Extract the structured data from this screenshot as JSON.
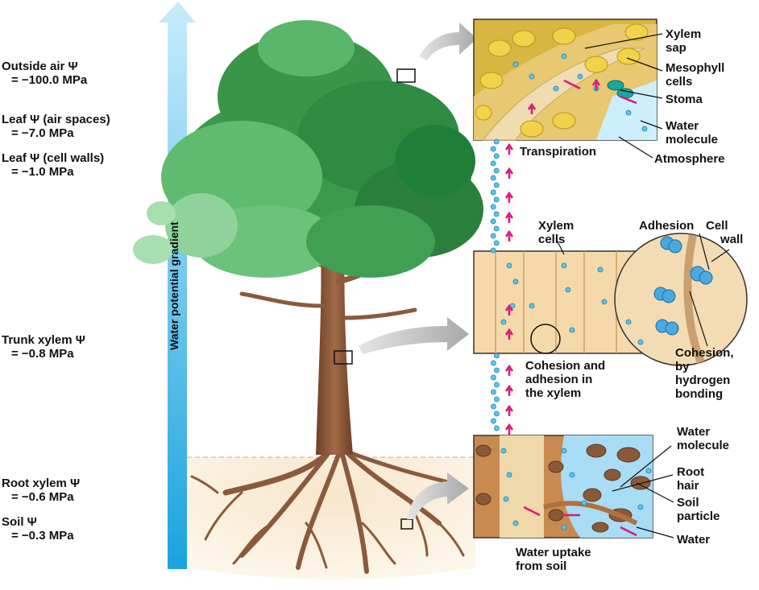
{
  "left_labels": {
    "outside_air": [
      "Outside air Ψ",
      "= −100.0 MPa"
    ],
    "leaf_air_spaces": [
      "Leaf Ψ (air spaces)",
      "= −7.0 MPa"
    ],
    "leaf_cell_walls": [
      "Leaf Ψ (cell walls)",
      "= −1.0 MPa"
    ],
    "trunk_xylem": [
      "Trunk xylem Ψ",
      "= −0.8 MPa"
    ],
    "root_xylem": [
      "Root xylem Ψ",
      "= −0.6 MPa"
    ],
    "soil": [
      "Soil Ψ",
      "= −0.3 MPa"
    ]
  },
  "gradient_label": "Water potential gradient",
  "leaf_panel": {
    "labels": {
      "xylem_sap": [
        "Xylem",
        "sap"
      ],
      "mesophyll_cells": [
        "Mesophyll",
        "cells"
      ],
      "stoma": [
        "Stoma"
      ],
      "water_molecule": [
        "Water",
        "molecule"
      ],
      "atmosphere": [
        "Atmosphere"
      ]
    },
    "caption": "Transpiration"
  },
  "trunk_panel": {
    "labels": {
      "xylem_cells": [
        "Xylem",
        "cells"
      ],
      "adhesion": "Adhesion",
      "cell_wall": [
        "Cell",
        "wall"
      ],
      "cohesion": [
        "Cohesion,",
        "by",
        "hydrogen",
        "bonding"
      ]
    },
    "caption": [
      "Cohesion and",
      "adhesion in",
      "the xylem"
    ]
  },
  "root_panel": {
    "labels": {
      "water_molecule": [
        "Water",
        "molecule"
      ],
      "root_hair": [
        "Root",
        "hair"
      ],
      "soil_particle": [
        "Soil",
        "particle"
      ],
      "water": [
        "Water"
      ]
    },
    "caption": [
      "Water uptake",
      "from soil"
    ]
  },
  "colors": {
    "gradient_top": "#bfe8f8",
    "gradient_bottom": "#1fa6e0",
    "foliage_dark": "#1f7f3a",
    "foliage_light": "#6cc27a",
    "trunk": "#8b5a3c",
    "soil": "#f3e1c4",
    "water": "#5cc6ea",
    "arrow_magenta": "#e0157a",
    "pointer_gray": "#b0b0b0"
  }
}
